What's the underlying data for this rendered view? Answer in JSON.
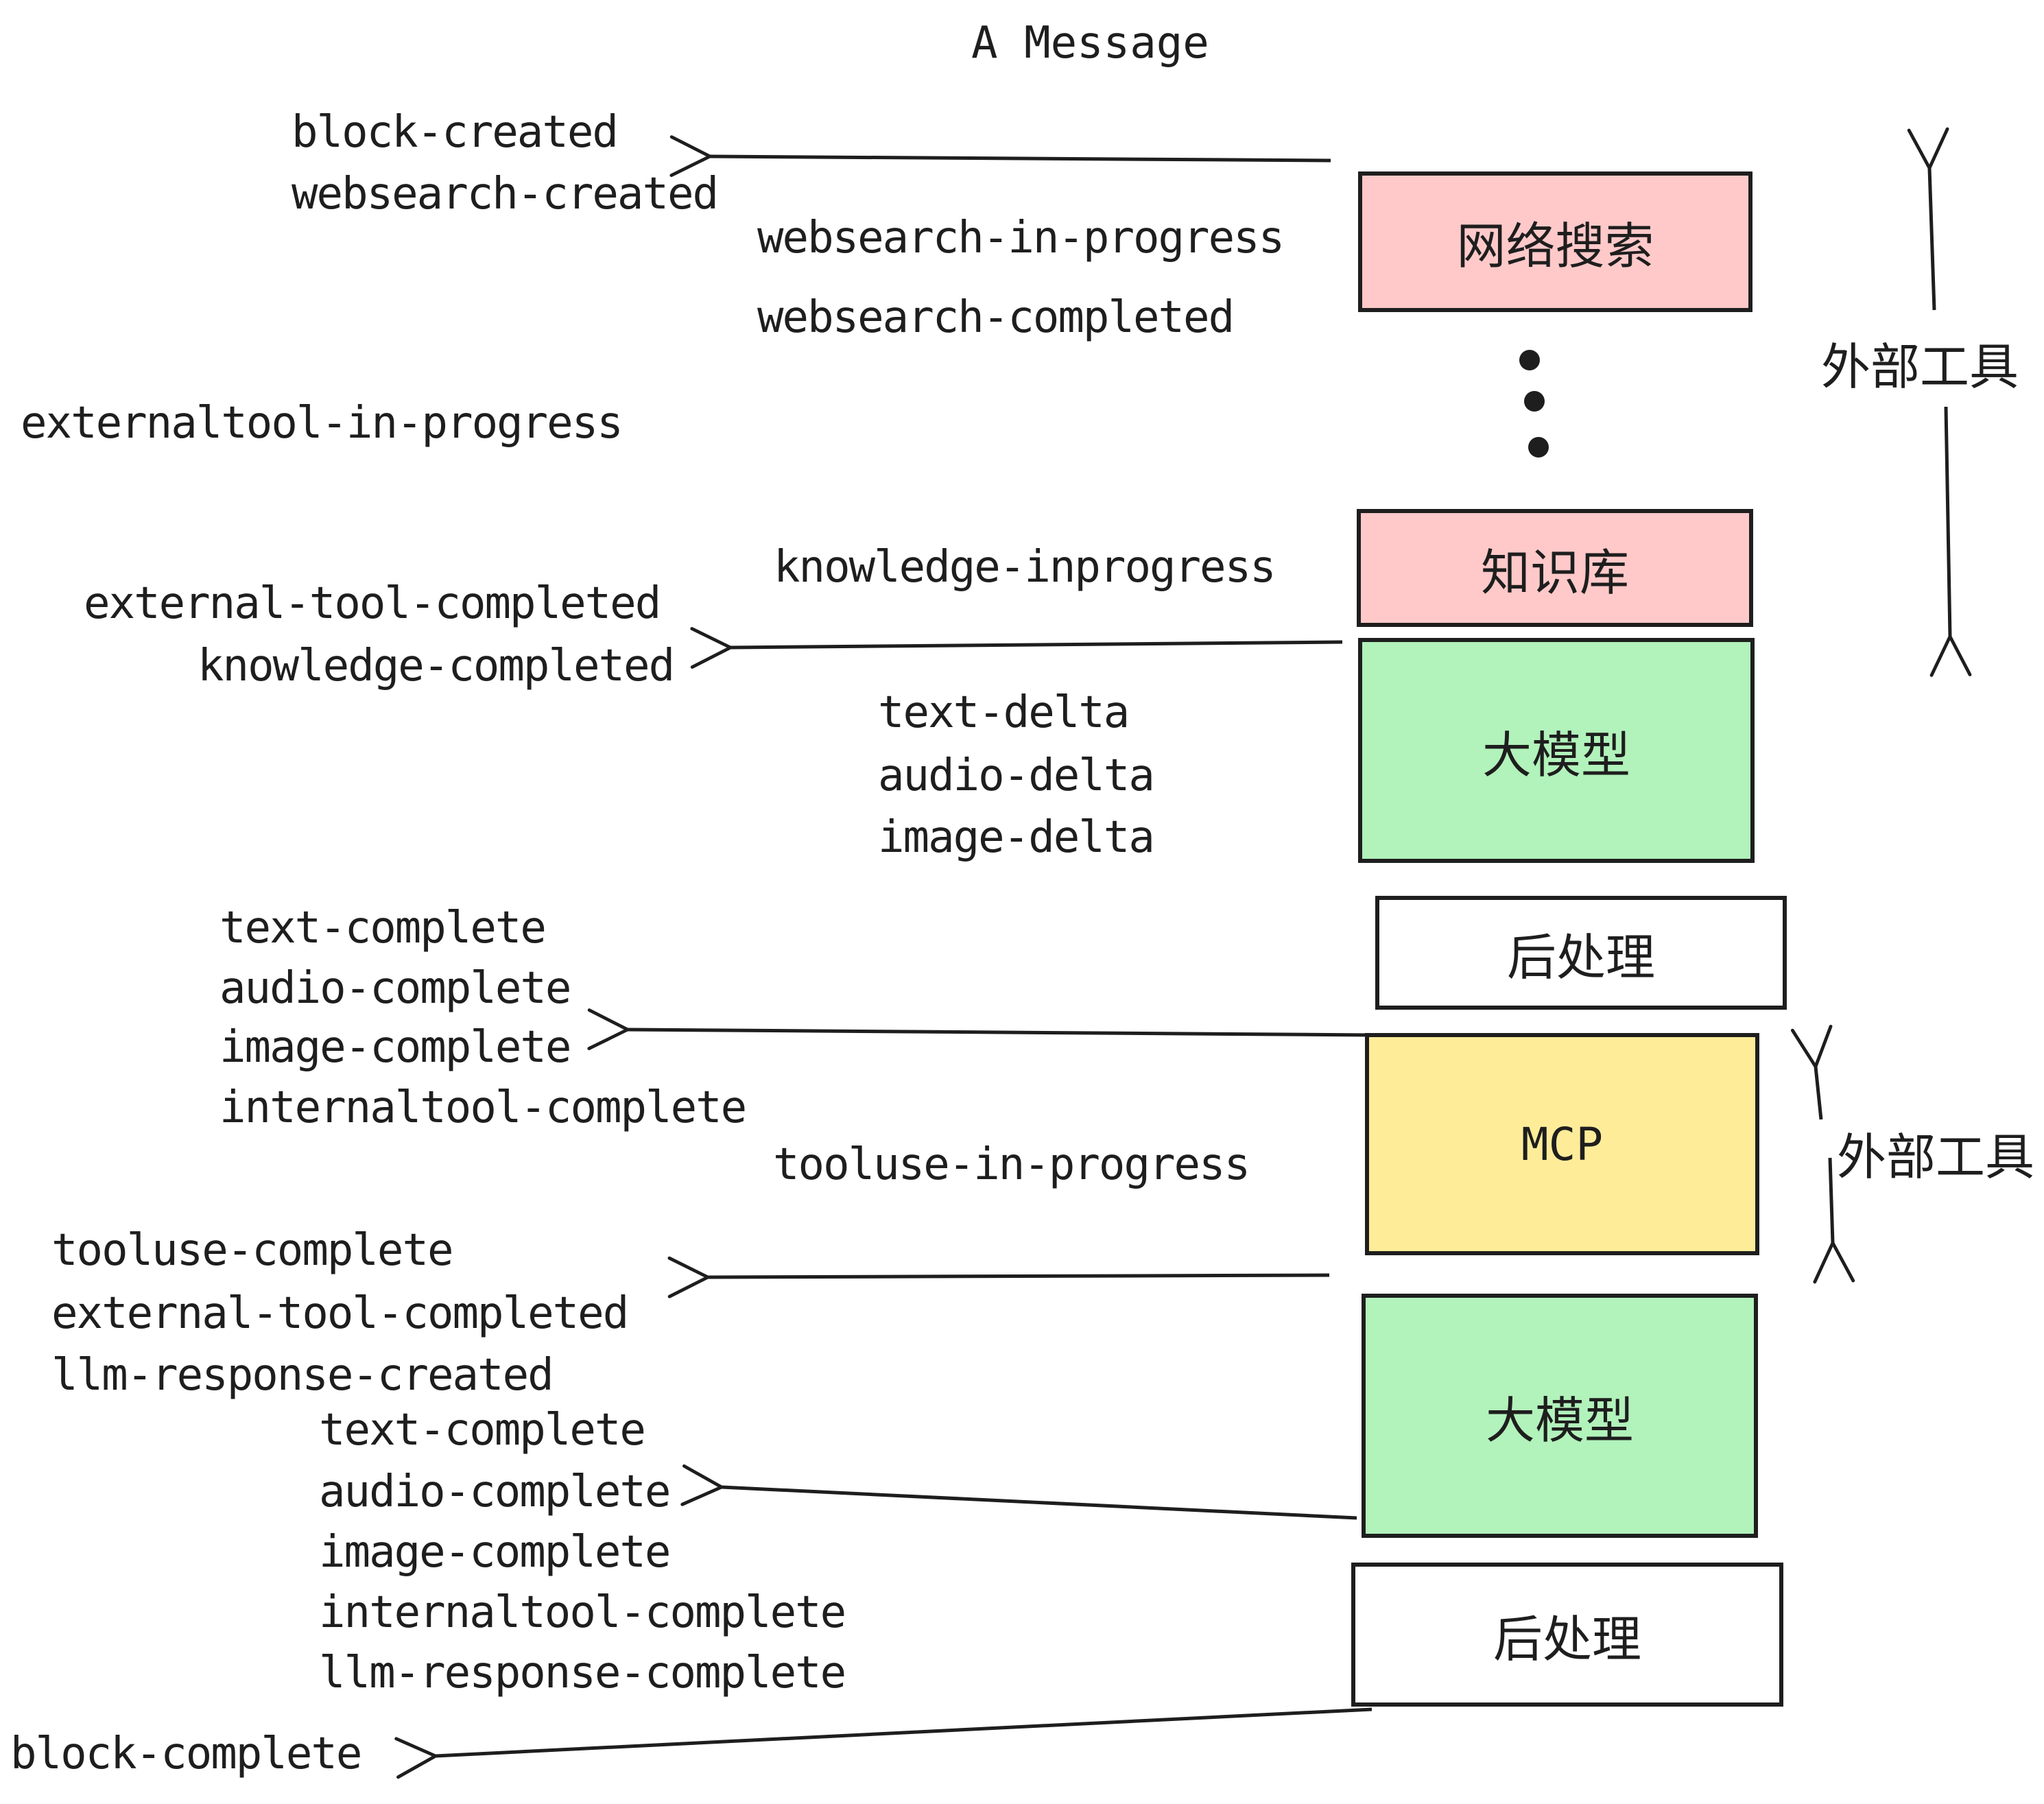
{
  "title": "A Message",
  "colors": {
    "box_pink": "#ffc9c9",
    "box_green": "#b2f2bb",
    "box_yellow": "#ffec99",
    "box_white": "#ffffff",
    "ink": "#1e1e1e"
  },
  "nodes": {
    "websearch": "网络搜索",
    "knowledge": "知识库",
    "llm_top": "大模型",
    "postprocess_top": "后处理",
    "mcp": "MCP",
    "llm_bottom": "大模型",
    "postprocess_bottom": "后处理"
  },
  "events": {
    "block_created": "block-created",
    "websearch_created": "websearch-created",
    "websearch_in_progress": "websearch-in-progress",
    "websearch_completed": "websearch-completed",
    "externaltool_in_progress": "externaltool-in-progress",
    "knowledge_inprogress": "knowledge-inprogress",
    "external_tool_completed_top": "external-tool-completed",
    "knowledge_completed": "knowledge-completed",
    "text_delta_top": "text-delta",
    "audio_delta_top": "audio-delta",
    "image_delta_top": "image-delta",
    "text_complete_top": "text-complete",
    "audio_complete_top": "audio-complete",
    "image_complete_top": "image-complete",
    "internaltool_complete_top": "internaltool-complete",
    "tooluse_in_progress": "tooluse-in-progress",
    "tooluse_complete": "tooluse-complete",
    "external_tool_completed_bottom": "external-tool-completed",
    "llm_response_created": "llm-response-created",
    "text_complete_bottom": "text-complete",
    "audio_complete_bottom": "audio-complete",
    "image_complete_bottom": "image-complete",
    "internaltool_complete_bottom": "internaltool-complete",
    "llm_response_complete": "llm-response-complete",
    "block_complete": "block-complete"
  },
  "annotations": {
    "external_tools_top": "外部工具",
    "external_tools_mid": "外部工具"
  }
}
